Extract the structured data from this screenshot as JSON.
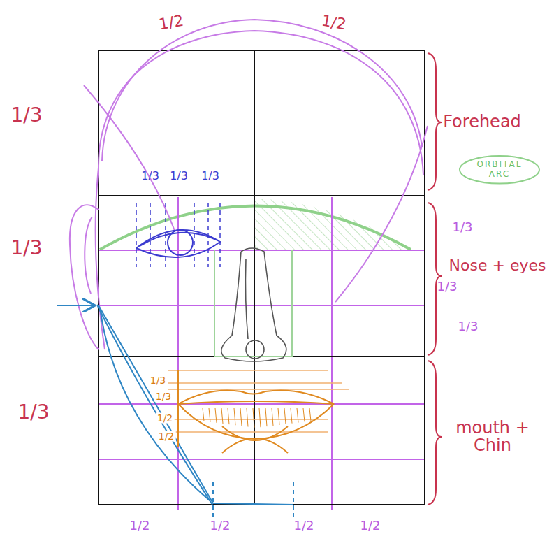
{
  "diagram": {
    "nodes": [
      {
        "text": [
          "ORBITAL ARC"
        ]
      }
    ],
    "labels": [
      "1/2",
      "1/2",
      "1/3",
      "1/3",
      "1/3",
      "1/3",
      "Forehead",
      "1/3",
      "1/3",
      "Nose + eyes",
      "1/3",
      "1/3",
      "1/3",
      "1/3",
      "1/2",
      "1/2",
      "1/3",
      "mouth + Chin",
      "1/2",
      "1/2",
      "1/2",
      "1/2"
    ]
  }
}
